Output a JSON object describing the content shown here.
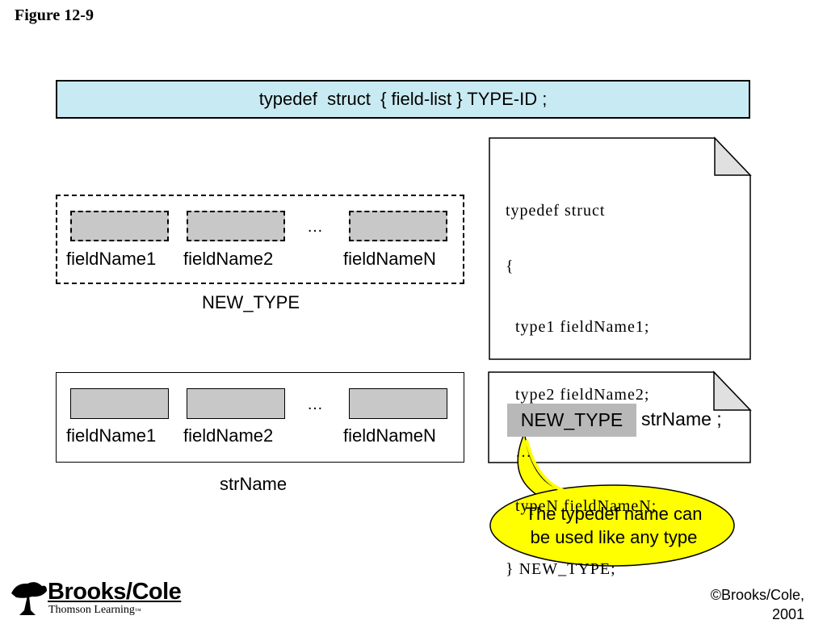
{
  "figure_title": "Figure 12-9",
  "syntax_banner": "typedef  struct  { field-list } TYPE-ID ;",
  "fields": {
    "first": "fieldName1",
    "second": "fieldName2",
    "last": "fieldNameN",
    "ellipsis": "…"
  },
  "type_caption": "NEW_TYPE",
  "variable_caption": "strName",
  "code_note": {
    "lines": [
      "typedef struct",
      "{",
      "  type1 fieldName1;",
      "  type2 fieldName2;",
      "  …",
      "  typeN fieldNameN;",
      "} NEW_TYPE;"
    ]
  },
  "usage_note": {
    "type_name": "NEW_TYPE",
    "rest": "strName ;"
  },
  "callout": {
    "line1": "The typedef name can",
    "line2": "be used like any type"
  },
  "publisher": {
    "name": "Brooks/Cole",
    "sub": "Thomson Learning",
    "trademark": "™"
  },
  "copyright": {
    "line1": "©Brooks/Cole,",
    "line2": "2001"
  },
  "colors": {
    "banner": "#c8eaf2",
    "field_fill": "#c8c8c8",
    "callout": "#ffff00",
    "note_corner": "#e0e0e0"
  }
}
